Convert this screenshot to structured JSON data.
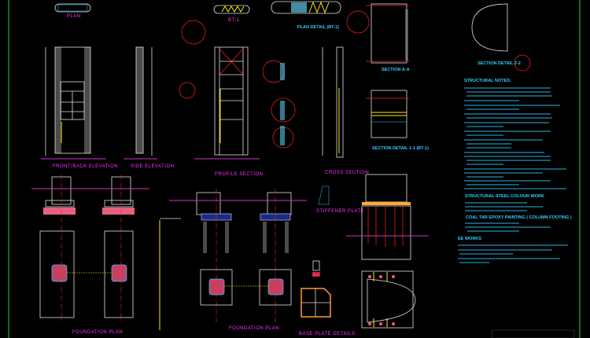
{
  "drawing": {
    "background": "#000000",
    "colors": {
      "title": "#ff33ff",
      "annotation": "#33ccff",
      "outline": "#e0e0e0",
      "centerline": "#ff2020",
      "highlight": "#ffee00",
      "frame": "#22dd22"
    },
    "views": {
      "plan": "PLAN",
      "bt1": "BT-1",
      "plan_detail": "PLAN  DETAIL (BT-1)",
      "front_back_elevation": "FRONT/BACK  ELEVATION",
      "side_elevation": "SIDE  ELEVATION",
      "profile_section": "PROFILE  SECTION",
      "cross_section": "CROSS  SECTION",
      "section_aa": "SECTION  A-A",
      "section_detail_22": "SECTION  DETAIL  2-2",
      "section_detail_11": "SECTION  DETAIL  1-1 (BT-1)",
      "stiffener_plate": "STIFFENER  PLATE",
      "foundation_plan_1": "FOUNDATION  PLAN",
      "foundation_plan_2": "FOUNDATION  PLAN",
      "base_plate_details": "BASE  PLATE  DETAILS",
      "b1": "B-1"
    },
    "notes": {
      "structural_notes": "STRUCTURAL  NOTES:",
      "steel_colour_work": "STRUCTURAL  STEEL  COLOUR  WORK",
      "coal_tar": "COAL  TAR  EPOXY  PAINTING ( COLUMN  FOOTING )",
      "ee_works": "EE  WORKS"
    }
  }
}
